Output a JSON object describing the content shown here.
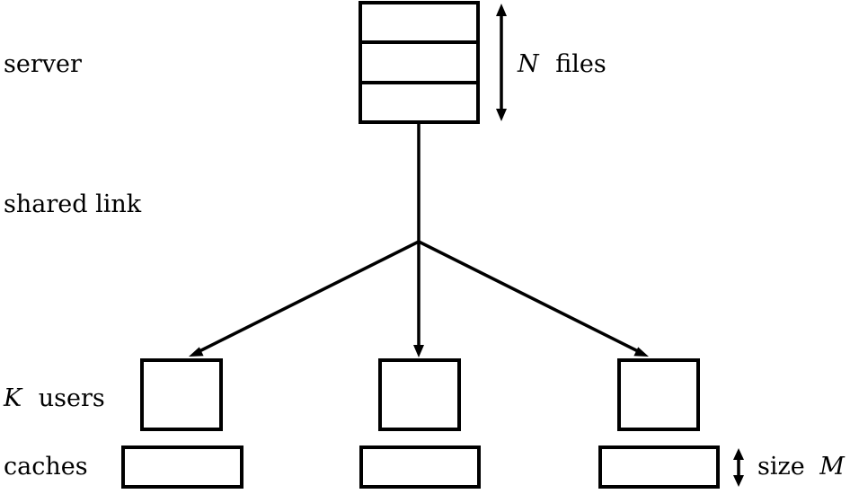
{
  "labels": {
    "server": "server",
    "shared_link": "shared link",
    "users_var": "K",
    "users_word": "users",
    "caches": "caches",
    "files_var": "N",
    "files_word": "files",
    "size_word": "size",
    "size_var": "M"
  },
  "server": {
    "file_slots": 3
  },
  "users": {
    "count": 3
  },
  "colors": {
    "stroke": "#000000",
    "background": "#ffffff"
  }
}
